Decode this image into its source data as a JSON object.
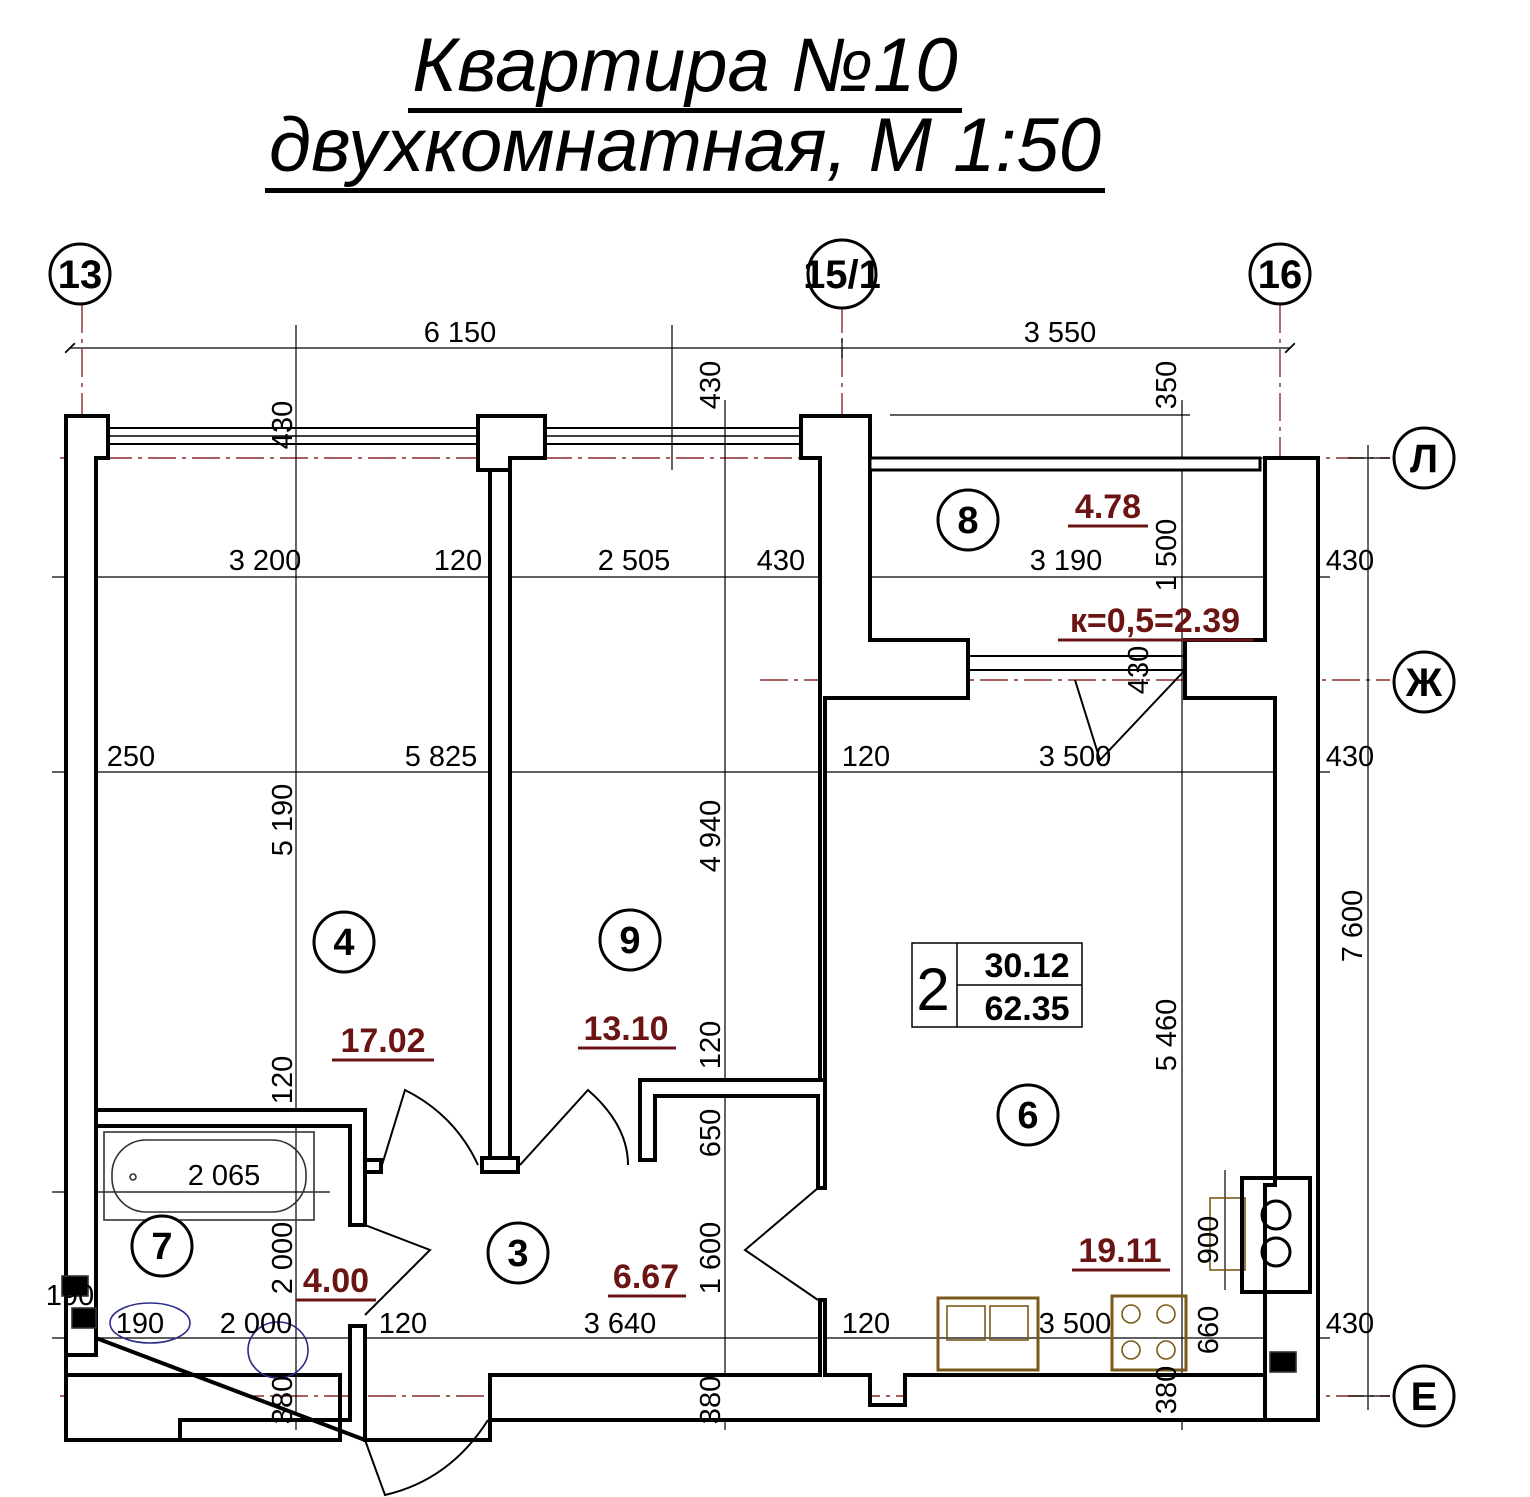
{
  "title": {
    "line1": "Квартира №10",
    "line2": "двухкомнатная,  М  1:50"
  },
  "axes": {
    "x1": "13",
    "x2": "15/1",
    "x3": "16",
    "y1": "Л",
    "y2": "Ж",
    "y3": "Е"
  },
  "rooms": {
    "r4": {
      "num": "4",
      "area": "17.02"
    },
    "r9": {
      "num": "9",
      "area": "13.10"
    },
    "r8": {
      "num": "8",
      "area": "4.78",
      "coef": "к=0,5=2.39"
    },
    "r6": {
      "num": "6",
      "area": "19.11"
    },
    "r3": {
      "num": "3",
      "area": "6.67"
    },
    "r7": {
      "num": "7",
      "area": "4.00"
    }
  },
  "summary": {
    "rooms_count": "2",
    "living_area": "30.12",
    "total_area": "62.35"
  },
  "dims": {
    "top_left": "6 150",
    "top_right": "3 550",
    "d430a": "430",
    "d430b": "430",
    "d350": "350",
    "r1_3200": "3 200",
    "r1_120": "120",
    "r1_2505": "2 505",
    "r1_430": "430",
    "r1_3190": "3 190",
    "r1_430r": "430",
    "v1500": "1 500",
    "v430w": "430",
    "r2_250": "250",
    "r2_5825": "5 825",
    "r2_120": "120",
    "r2_3500": "3 500",
    "r2_430r": "430",
    "v5190": "5 190",
    "v4940": "4 940",
    "v5460": "5 460",
    "v7600": "7 600",
    "v120a": "120",
    "v120b": "120",
    "v650": "650",
    "d2065": "2 065",
    "v2000": "2 000",
    "v1600": "1 600",
    "v900": "900",
    "v660": "660",
    "d190a": "190",
    "d190b": "190",
    "r3_2000": "2 000",
    "r3_120": "120",
    "r3_3640": "3 640",
    "r3_120b": "120",
    "r3_3500": "3 500",
    "r3_430r": "430",
    "v380a": "380",
    "v380b": "380",
    "v380c": "380"
  }
}
